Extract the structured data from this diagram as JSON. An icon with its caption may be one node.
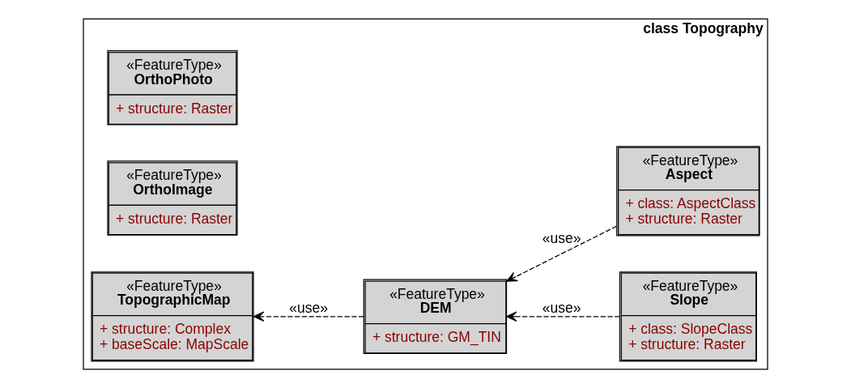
{
  "diagram": {
    "nodes": [
      {
        "text": [
          "class Topography"
        ]
      },
      {
        "text": [
          "«FeatureType»",
          "TopographicMap",
          "+ structure: Complex",
          "+ baseScale: MapScale"
        ],
        "in": 0
      },
      {
        "text": [
          "«FeatureType»",
          "DEM",
          "+ structure: GM_TIN"
        ],
        "in": 0
      },
      {
        "text": [
          "«FeatureType»",
          "Aspect",
          "+ class: AspectClass",
          "+ structure: Raster"
        ],
        "in": 0
      },
      {
        "text": [
          "«FeatureType»",
          "OrthoPhoto",
          "+ structure: Raster"
        ],
        "in": 0
      },
      {
        "text": [
          "«FeatureType»",
          "OrthoImage",
          "+ structure: Raster"
        ],
        "in": 0
      },
      {
        "text": [
          "«FeatureType»",
          "Slope",
          "+ class: SlopeClass",
          "+ structure: Raster"
        ],
        "in": 0
      }
    ],
    "edges": [
      {
        "from": 2,
        "to": 1,
        "arrow": "to",
        "label": "«use»",
        "style": "dashed"
      },
      {
        "from": 3,
        "to": 2,
        "arrow": "to",
        "label": "«use»",
        "style": "dashed"
      },
      {
        "from": 6,
        "to": 2,
        "arrow": "to",
        "label": "«use»",
        "style": "dashed"
      }
    ]
  }
}
